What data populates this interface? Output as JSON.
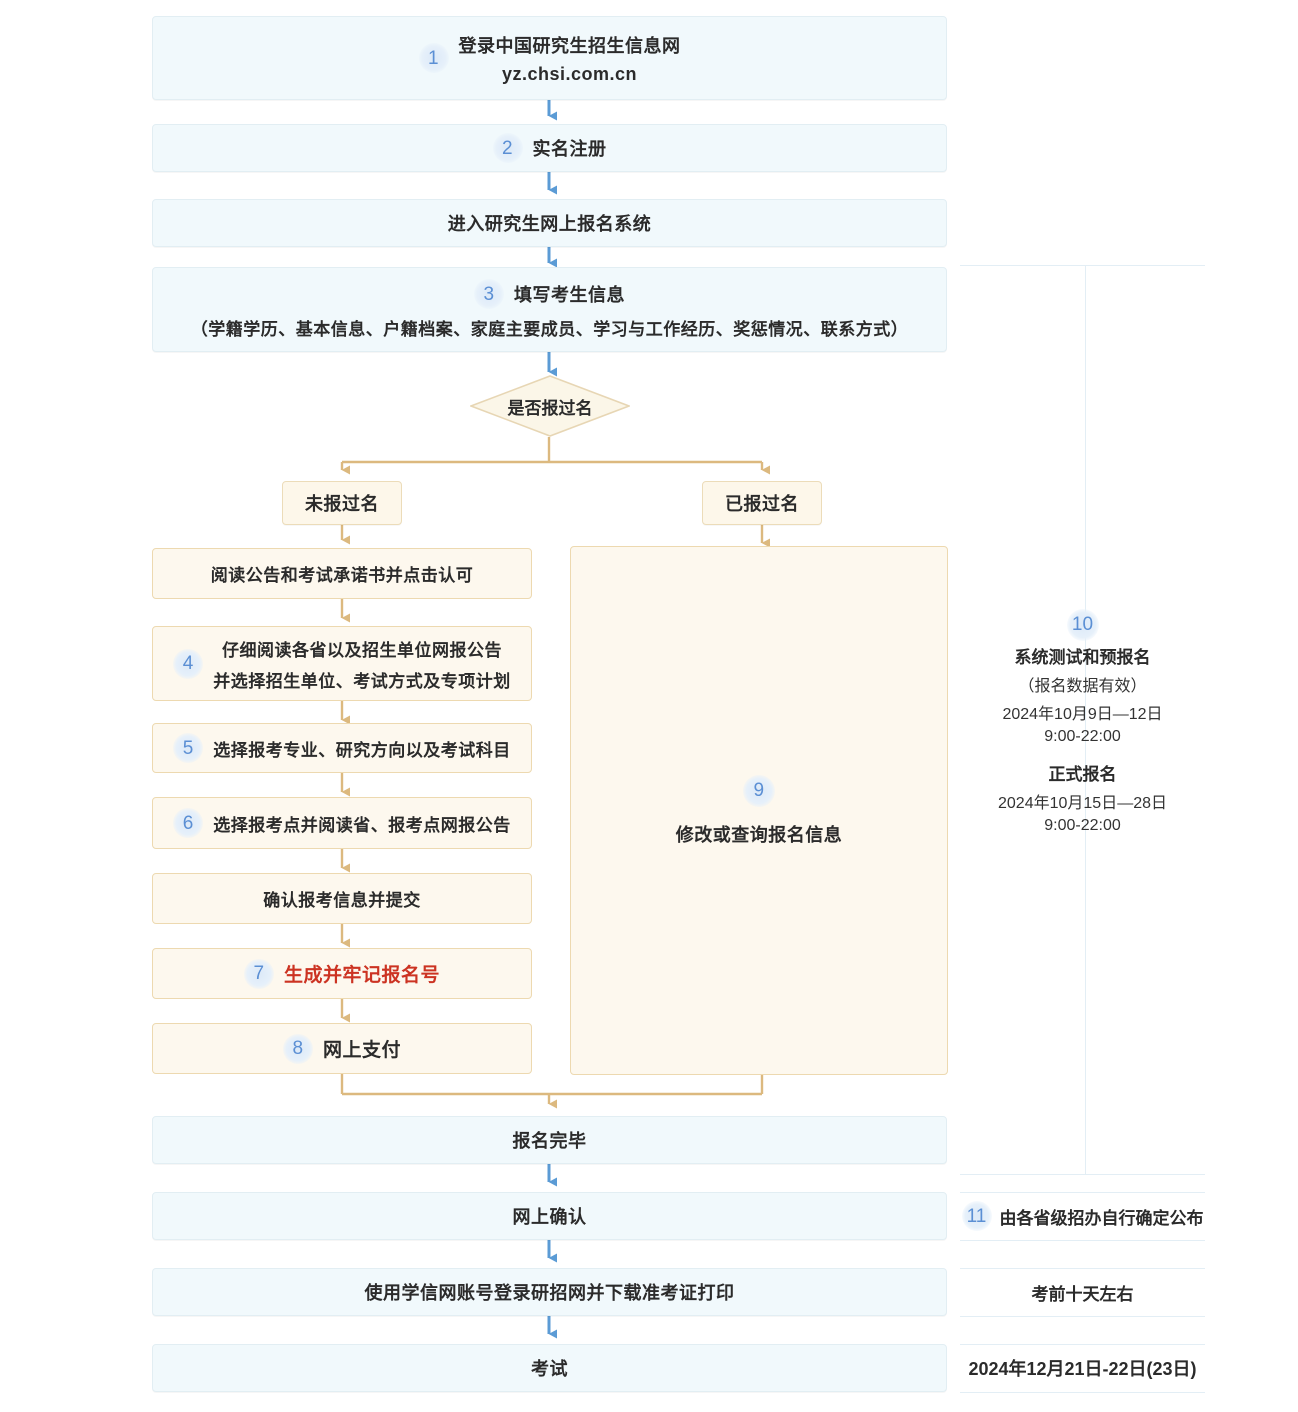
{
  "colors": {
    "blue_fill": "#f1f9fc",
    "blue_border": "#e2eef3",
    "cream_fill": "#fdf7ea",
    "cream_border": "#ecdcb9",
    "connector_blue": "#5b9bd5",
    "connector_tan": "#d9b882",
    "badge_text": "#5b8fd4",
    "highlight_red": "#cc3322"
  },
  "flow": {
    "step1": {
      "number": "1",
      "line1": "登录中国研究生招生信息网",
      "line2": "yz.chsi.com.cn"
    },
    "step2": {
      "number": "2",
      "label": "实名注册"
    },
    "step_enter": {
      "label": "进入研究生网上报名系统"
    },
    "step3": {
      "number": "3",
      "line1": "填写考生信息",
      "line2": "（学籍学历、基本信息、户籍档案、家庭主要成员、学习与工作经历、奖惩情况、联系方式）"
    },
    "decision": {
      "label": "是否报过名"
    },
    "branch_left": {
      "label": "未报过名"
    },
    "branch_right": {
      "label": "已报过名"
    },
    "left_steps": [
      {
        "number": "",
        "label": "阅读公告和考试承诺书并点击认可"
      },
      {
        "number": "4",
        "line1": "仔细阅读各省以及招生单位网报公告",
        "line2": "并选择招生单位、考试方式及专项计划"
      },
      {
        "number": "5",
        "label": "选择报考专业、研究方向以及考试科目"
      },
      {
        "number": "6",
        "label": "选择报考点并阅读省、报考点网报公告"
      },
      {
        "number": "",
        "label": "确认报考信息并提交"
      },
      {
        "number": "7",
        "label": "生成并牢记报名号",
        "highlight": true
      },
      {
        "number": "8",
        "label": "网上支付"
      }
    ],
    "right_branch_box": {
      "number": "9",
      "label": "修改或查询报名信息"
    },
    "tail_steps": [
      {
        "label": "报名完毕"
      },
      {
        "label": "网上确认"
      },
      {
        "label": "使用学信网账号登录研招网并下载准考证打印"
      },
      {
        "label": "考试"
      }
    ]
  },
  "timeline": {
    "block10": {
      "number": "10",
      "title_a": "系统测试和预报名",
      "sub_a": "（报名数据有效）",
      "date_a": "2024年10月9日—12日",
      "time_a": "9:00-22:00",
      "title_b": "正式报名",
      "date_b": "2024年10月15日—28日",
      "time_b": "9:00-22:00"
    },
    "rows": [
      {
        "number": "11",
        "label": "由各省级招办自行确定公布"
      },
      {
        "number": "",
        "label": "考前十天左右"
      },
      {
        "number": "",
        "label": "2024年12月21日-22日(23日)"
      }
    ]
  }
}
